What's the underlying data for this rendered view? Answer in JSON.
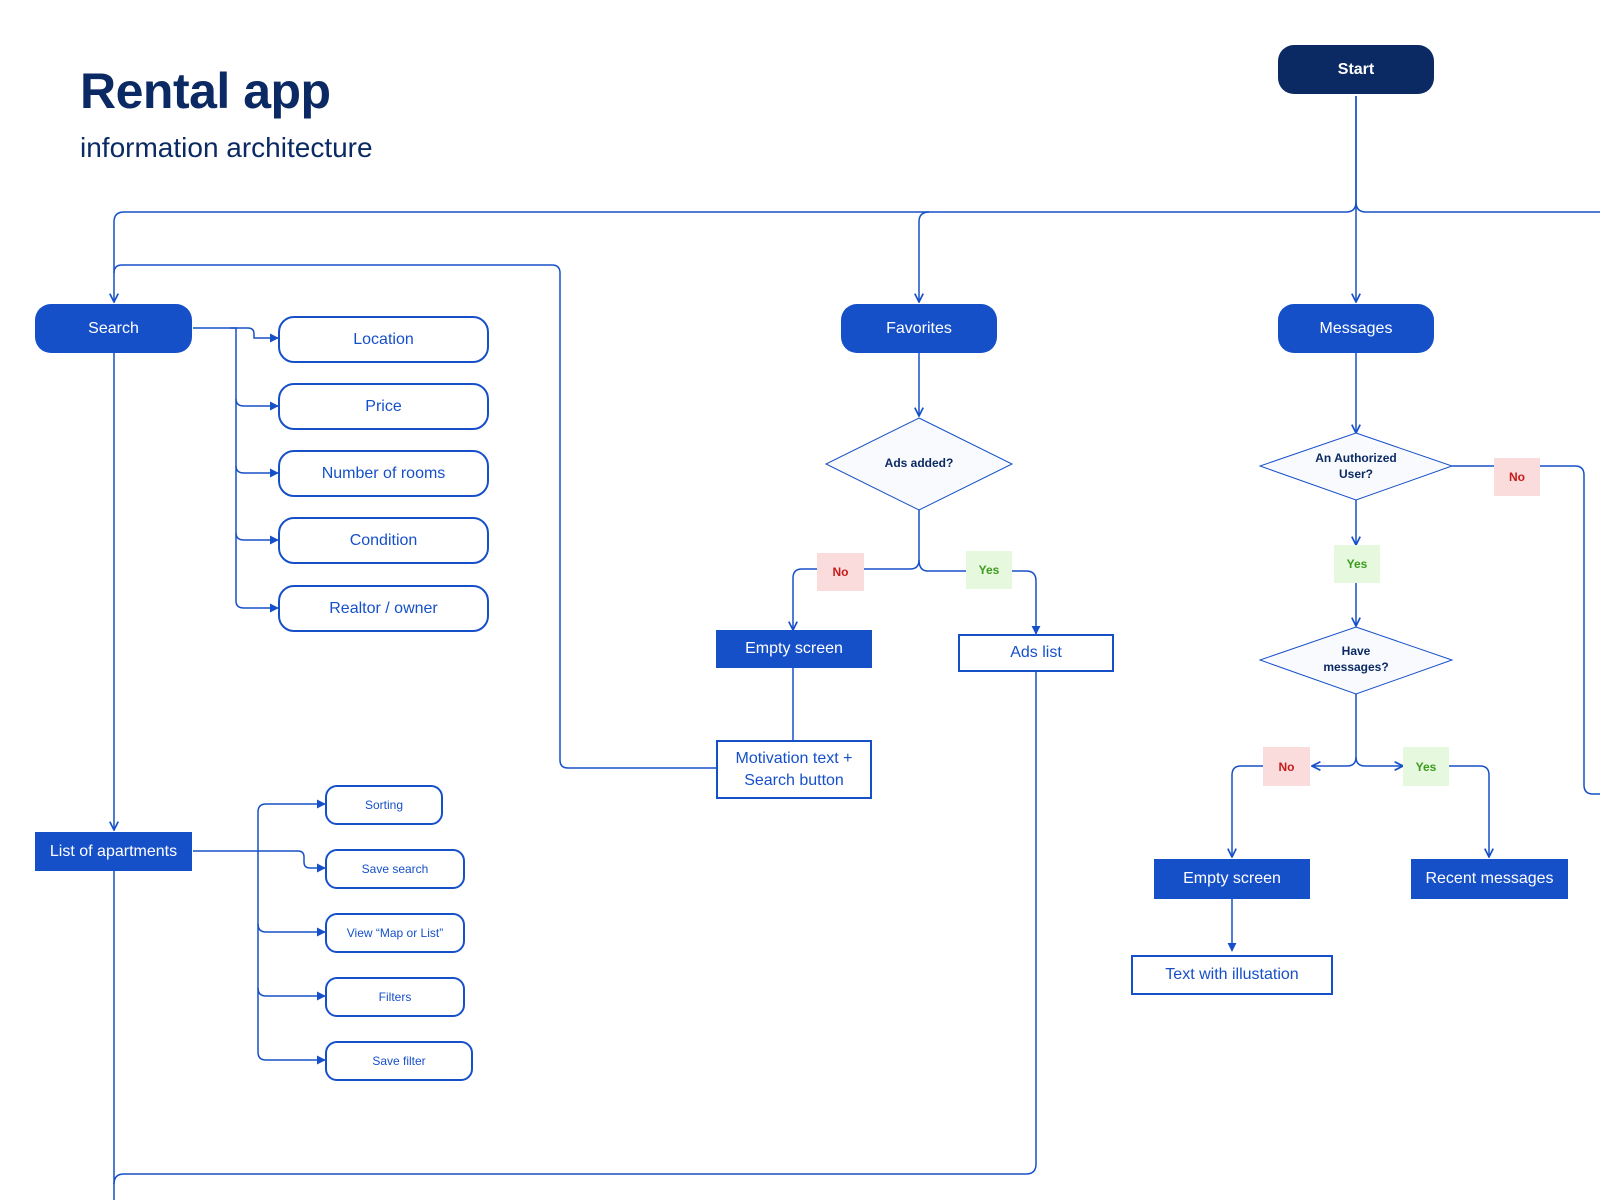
{
  "header": {
    "title": "Rental app",
    "subtitle": "information architecture"
  },
  "nodes": {
    "start": "Start",
    "search": "Search",
    "favorites": "Favorites",
    "messages": "Messages",
    "location": "Location",
    "price": "Price",
    "rooms": "Number of rooms",
    "condition": "Condition",
    "realtor": "Realtor / owner",
    "list_apartments": "List of apartments",
    "sorting": "Sorting",
    "save_search": "Save search",
    "view_map_list": "View “Map or List”",
    "filters": "Filters",
    "save_filter": "Save filter",
    "ads_added": "Ads added?",
    "fav_empty_screen": "Empty screen",
    "ads_list": "Ads list",
    "motivation_line1": "Motivation text +",
    "motivation_line2": "Search button",
    "authorized_line1": "An Authorized",
    "authorized_line2": "User?",
    "have_messages_line1": "Have",
    "have_messages_line2": "messages?",
    "msg_empty_screen": "Empty screen",
    "recent_messages": "Recent messages",
    "text_illustration": "Text with illustation"
  },
  "badges": {
    "fav_no": "No",
    "fav_yes": "Yes",
    "auth_no": "No",
    "auth_yes": "Yes",
    "msg_no": "No",
    "msg_yes": "Yes"
  },
  "colors": {
    "navy": "#0b2a63",
    "brand_blue": "#1650c9",
    "no_bg": "#fbdcdc",
    "no_text": "#c41b1b",
    "yes_bg": "#e6f8dd",
    "yes_text": "#3c9c1e"
  }
}
